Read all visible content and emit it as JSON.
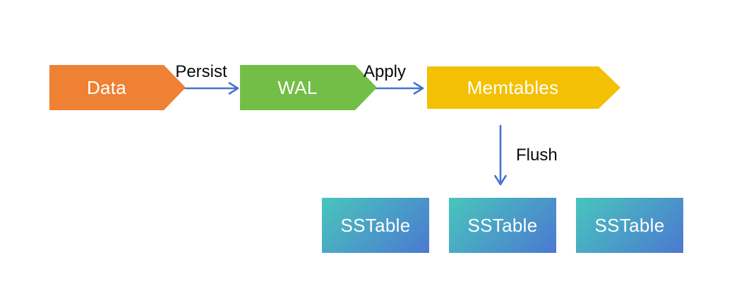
{
  "diagram": {
    "background_color": "#FFFFFF",
    "nodes": {
      "data": {
        "label": "Data",
        "shape": "right-chevron",
        "color": "#EE8133",
        "text_color": "#FFFFFF"
      },
      "wal": {
        "label": "WAL",
        "shape": "right-chevron",
        "color": "#72BE47",
        "text_color": "#FFFFFF"
      },
      "memtables": {
        "label": "Memtables",
        "shape": "right-chevron",
        "color": "#F3C004",
        "text_color": "#FFFFFF"
      }
    },
    "sstables": [
      {
        "label": "SSTable"
      },
      {
        "label": "SSTable"
      },
      {
        "label": "SSTable"
      }
    ],
    "sstable_style": {
      "gradient_start": "#49C5BC",
      "gradient_end": "#4B79D1",
      "text_color": "#FFFFFF"
    },
    "edges": {
      "persist": {
        "label": "Persist",
        "from": "data",
        "to": "wal",
        "direction": "right"
      },
      "apply": {
        "label": "Apply",
        "from": "wal",
        "to": "memtables",
        "direction": "right"
      },
      "flush": {
        "label": "Flush",
        "from": "memtables",
        "to": "sstables",
        "direction": "down"
      }
    },
    "arrow_color": "#4573CE",
    "edge_label_color": "#0A0A0A"
  }
}
